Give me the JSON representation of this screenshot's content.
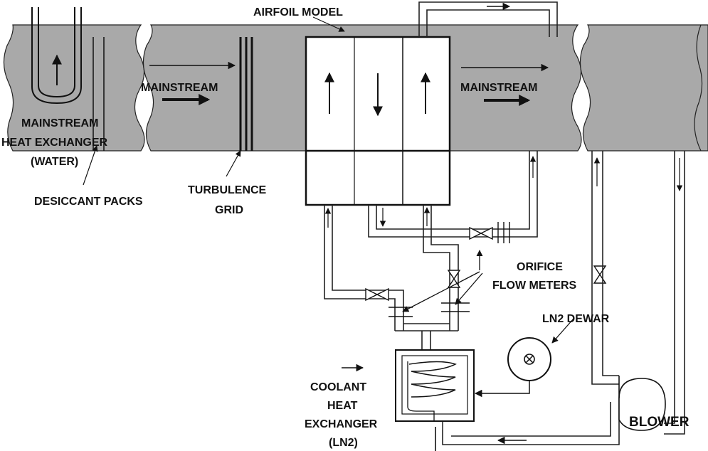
{
  "colors": {
    "tunnel_fill": "#a9a9a9",
    "line": "#111111",
    "background": "#ffffff"
  },
  "labels": {
    "airfoil_model": "AIRFOIL MODEL",
    "mainstream_left": "MAINSTREAM",
    "mainstream_right": "MAINSTREAM",
    "mainstream_hx_line1": "MAINSTREAM",
    "mainstream_hx_line2": "HEAT EXCHANGER",
    "mainstream_hx_line3": "(WATER)",
    "desiccant_packs": "DESICCANT PACKS",
    "turbulence_line1": "TURBULENCE",
    "turbulence_line2": "GRID",
    "orifice_line1": "ORIFICE",
    "orifice_line2": "FLOW METERS",
    "ln2_dewar": "LN2 DEWAR",
    "coolant_line1": "COOLANT",
    "coolant_line2": "HEAT",
    "coolant_line3": "EXCHANGER",
    "coolant_line4": "(LN2)",
    "blower": "BLOWER"
  },
  "icons": {
    "dewar_symbol": "circle-x-icon",
    "valve_symbol": "bowtie-valve-icon",
    "flow_arrow": "arrow-icon"
  }
}
